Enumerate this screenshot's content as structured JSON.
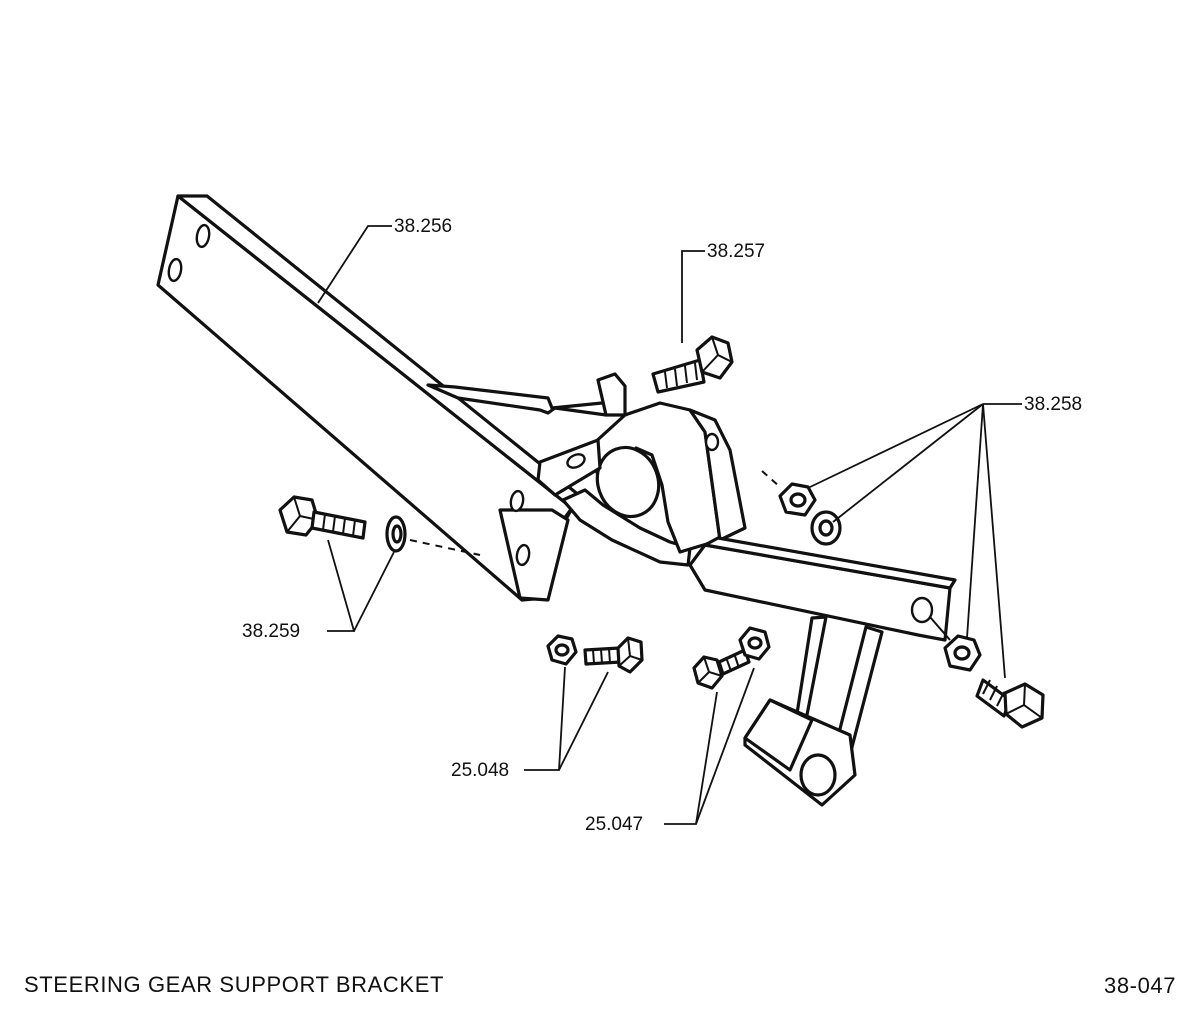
{
  "diagram": {
    "caption": "STEERING GEAR SUPPORT BRACKET",
    "figure_number": "38-047",
    "parts": [
      {
        "number": "38.256"
      },
      {
        "number": "38.257"
      },
      {
        "number": "38.258"
      },
      {
        "number": "38.259"
      },
      {
        "number": "25.048"
      },
      {
        "number": "25.047"
      }
    ]
  }
}
